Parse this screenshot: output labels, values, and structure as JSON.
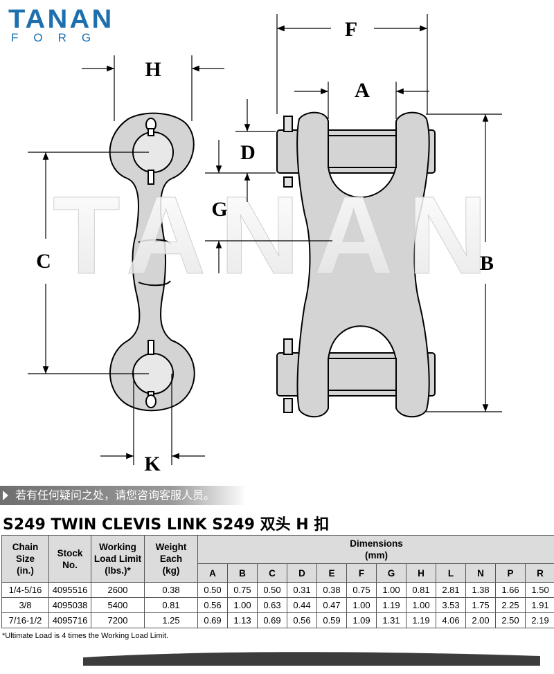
{
  "brand": {
    "name": "TANAN",
    "sub": "FORG",
    "color": "#1d6fae"
  },
  "labels": {
    "H": "H",
    "F": "F",
    "A": "A",
    "D": "D",
    "G": "G",
    "C": "C",
    "B": "B",
    "K": "K"
  },
  "watermark": "TANAN",
  "banner": {
    "text": "若有任何疑问之处，请您咨询客服人员。"
  },
  "title": "S249 TWIN  CLEVIS LINK S249 双头 H 扣",
  "table": {
    "header": {
      "chain_size": [
        "Chain",
        "Size",
        "(in.)"
      ],
      "stock_no": [
        "Stock",
        "No."
      ],
      "wll": [
        "Working",
        "Load Limit",
        "(lbs.)*"
      ],
      "weight": [
        "Weight",
        "Each",
        "(kg)"
      ],
      "dimensions": [
        "Dimensions",
        "(mm)"
      ]
    },
    "dim_letters": [
      "A",
      "B",
      "C",
      "D",
      "E",
      "F",
      "G",
      "H",
      "L",
      "N",
      "P",
      "R"
    ],
    "rows": [
      {
        "size": "1/4-5/16",
        "stock": "4095516",
        "wll": "2600",
        "weight": "0.38",
        "dims": [
          "0.50",
          "0.75",
          "0.50",
          "0.31",
          "0.38",
          "0.75",
          "1.00",
          "0.81",
          "2.81",
          "1.38",
          "1.66",
          "1.50"
        ]
      },
      {
        "size": "3/8",
        "stock": "4095038",
        "wll": "5400",
        "weight": "0.81",
        "dims": [
          "0.56",
          "1.00",
          "0.63",
          "0.44",
          "0.47",
          "1.00",
          "1.19",
          "1.00",
          "3.53",
          "1.75",
          "2.25",
          "1.91"
        ]
      },
      {
        "size": "7/16-1/2",
        "stock": "4095716",
        "wll": "7200",
        "weight": "1.25",
        "dims": [
          "0.69",
          "1.13",
          "0.69",
          "0.56",
          "0.59",
          "1.09",
          "1.31",
          "1.19",
          "4.06",
          "2.00",
          "2.50",
          "2.19"
        ]
      }
    ]
  },
  "footnote": "*Ultimate Load is 4 times the Working Load Limit."
}
